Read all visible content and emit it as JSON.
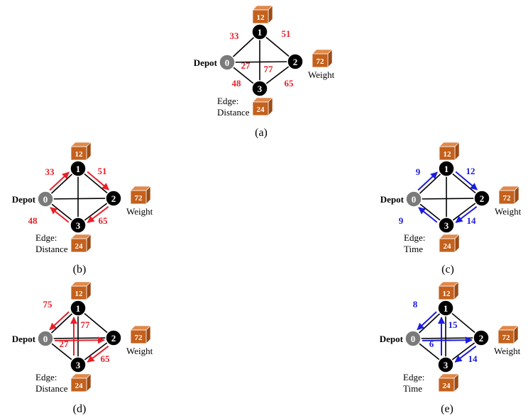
{
  "labels": {
    "depot": "Depot",
    "weight": "Weight",
    "edge_prefix": "Edge:"
  },
  "nodes": [
    {
      "id": "0",
      "role": "depot"
    },
    {
      "id": "1",
      "weight": "12"
    },
    {
      "id": "2",
      "weight": "72"
    },
    {
      "id": "3",
      "weight": "24"
    }
  ],
  "colors": {
    "distance": "#e8202a",
    "time": "#1c1ce0",
    "depot_node": "#7a7a7a",
    "node": "#000000",
    "crate": "#c4611d"
  },
  "panels": [
    {
      "id": "a",
      "caption": "(a)",
      "edge_type": "Distance",
      "color": "distance",
      "edge_labels": {
        "0-1": "33",
        "1-2": "51",
        "1-3": "77",
        "0-2": "27",
        "0-3": "48",
        "2-3": "65"
      },
      "route": []
    },
    {
      "id": "b",
      "caption": "(b)",
      "edge_type": "Distance",
      "color": "distance",
      "edge_labels": {
        "0-1": "33",
        "1-2": "51",
        "0-3": "48",
        "2-3": "65"
      },
      "route": [
        [
          "0",
          "1"
        ],
        [
          "1",
          "2"
        ],
        [
          "2",
          "3"
        ],
        [
          "3",
          "0"
        ]
      ]
    },
    {
      "id": "c",
      "caption": "(c)",
      "edge_type": "Time",
      "color": "time",
      "edge_labels": {
        "0-1": "9",
        "1-2": "12",
        "0-3": "9",
        "2-3": "14"
      },
      "route": [
        [
          "0",
          "1"
        ],
        [
          "1",
          "2"
        ],
        [
          "2",
          "3"
        ],
        [
          "3",
          "0"
        ]
      ]
    },
    {
      "id": "d",
      "caption": "(d)",
      "edge_type": "Distance",
      "color": "distance",
      "edge_labels": {
        "0-1": "75",
        "1-3": "77",
        "0-2": "27",
        "2-3": "65"
      },
      "route": [
        [
          "0",
          "2"
        ],
        [
          "2",
          "3"
        ],
        [
          "3",
          "1"
        ],
        [
          "1",
          "0"
        ]
      ]
    },
    {
      "id": "e",
      "caption": "(e)",
      "edge_type": "Time",
      "color": "time",
      "edge_labels": {
        "0-1": "8",
        "1-3": "15",
        "0-2": "6",
        "2-3": "14"
      },
      "route": [
        [
          "0",
          "2"
        ],
        [
          "2",
          "3"
        ],
        [
          "3",
          "1"
        ],
        [
          "1",
          "0"
        ]
      ]
    }
  ]
}
